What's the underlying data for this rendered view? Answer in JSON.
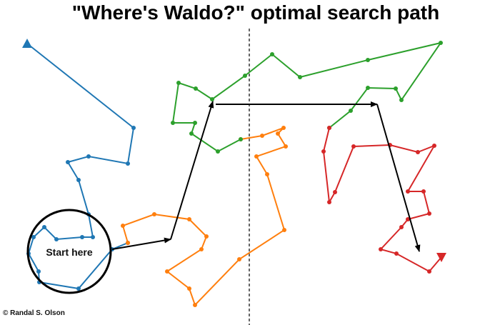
{
  "chart_data": {
    "type": "line",
    "title": "\"Where's Waldo?\" optimal search path",
    "xlabel": "",
    "ylabel": "",
    "grid": false,
    "legend": null,
    "axes_visible": false,
    "annotations": [
      {
        "text": "Start here",
        "type": "circle",
        "cx": 97,
        "cy": 352,
        "r": 58
      },
      {
        "text": "© Randal S. Olson",
        "type": "credit"
      },
      {
        "type": "vertical-dashed-line",
        "x": 349
      }
    ],
    "series": [
      {
        "name": "segment-1",
        "color": "#1f77b4",
        "points": [
          [
            38,
            61
          ],
          [
            187,
            179
          ],
          [
            179,
            229
          ],
          [
            124,
            219
          ],
          [
            95,
            227
          ],
          [
            110,
            252
          ],
          [
            124,
            300
          ],
          [
            130,
            332
          ],
          [
            115,
            332
          ],
          [
            79,
            335
          ],
          [
            62,
            318
          ],
          [
            47,
            332
          ],
          [
            40,
            355
          ],
          [
            54,
            380
          ],
          [
            55,
            395
          ],
          [
            110,
            404
          ],
          [
            157,
            349
          ],
          [
            179,
            340
          ]
        ],
        "marker_start": "triangle"
      },
      {
        "name": "segment-2",
        "color": "#ff7f0e",
        "points": [
          [
            179,
            340
          ],
          [
            172,
            316
          ],
          [
            216,
            300
          ],
          [
            265,
            307
          ],
          [
            289,
            331
          ],
          [
            282,
            349
          ],
          [
            234,
            380
          ],
          [
            265,
            404
          ],
          [
            273,
            427
          ],
          [
            335,
            363
          ],
          [
            398,
            322
          ],
          [
            374,
            244
          ],
          [
            359,
            219
          ],
          [
            400,
            205
          ],
          [
            389,
            187
          ],
          [
            397,
            179
          ],
          [
            367,
            190
          ],
          [
            337,
            195
          ]
        ]
      },
      {
        "name": "segment-3",
        "color": "#2ca02c",
        "points": [
          [
            337,
            195
          ],
          [
            305,
            212
          ],
          [
            268,
            187
          ],
          [
            273,
            172
          ],
          [
            242,
            172
          ],
          [
            250,
            116
          ],
          [
            274,
            124
          ],
          [
            297,
            139
          ],
          [
            343,
            106
          ],
          [
            381,
            76
          ],
          [
            420,
            108
          ],
          [
            515,
            84
          ],
          [
            617,
            60
          ],
          [
            562,
            140
          ],
          [
            554,
            124
          ],
          [
            515,
            123
          ],
          [
            491,
            155
          ],
          [
            461,
            179
          ]
        ]
      },
      {
        "name": "segment-4",
        "color": "#d62728",
        "points": [
          [
            461,
            179
          ],
          [
            453,
            212
          ],
          [
            461,
            283
          ],
          [
            469,
            269
          ],
          [
            495,
            205
          ],
          [
            546,
            203
          ],
          [
            585,
            213
          ],
          [
            608,
            204
          ],
          [
            571,
            268
          ],
          [
            593,
            268
          ],
          [
            601,
            299
          ],
          [
            571,
            307
          ],
          [
            562,
            318
          ],
          [
            533,
            349
          ],
          [
            555,
            355
          ],
          [
            601,
            380
          ],
          [
            618,
            360
          ]
        ],
        "marker_end": "triangle"
      }
    ],
    "arrows": [
      {
        "from": [
          157,
          349
        ],
        "to": [
          239,
          335
        ]
      },
      {
        "from": [
          239,
          335
        ],
        "to": [
          298,
          142
        ]
      },
      {
        "from": [
          302,
          146
        ],
        "to": [
          528,
          146
        ]
      },
      {
        "from": [
          528,
          146
        ],
        "to": [
          587,
          352
        ]
      }
    ]
  },
  "title": "\"Where's Waldo?\" optimal search path",
  "start_label": "Start here",
  "credit": "© Randal S. Olson"
}
